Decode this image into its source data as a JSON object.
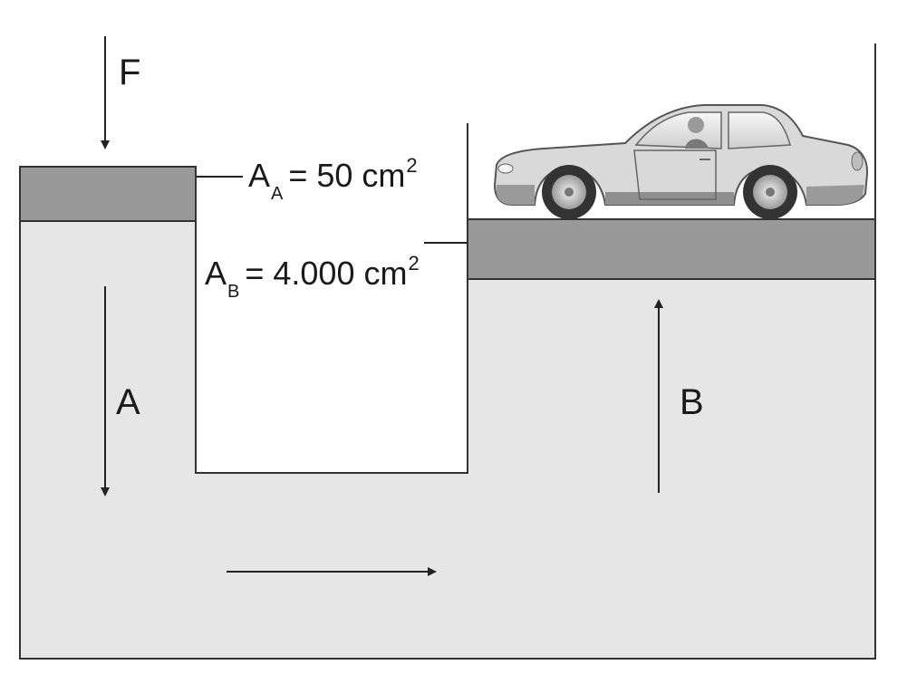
{
  "labels": {
    "force": "F",
    "piston_a": "A",
    "piston_b": "B"
  },
  "area_a": {
    "symbol": "A",
    "subscript": "A",
    "value": "= 50 cm",
    "exponent": "2"
  },
  "area_b": {
    "symbol": "A",
    "subscript": "B",
    "value": "= 4.000 cm",
    "exponent": "2"
  },
  "colors": {
    "fluid": "#e6e6e6",
    "piston": "#999999",
    "outline": "#333333",
    "car_body": "#d9d9d9"
  }
}
